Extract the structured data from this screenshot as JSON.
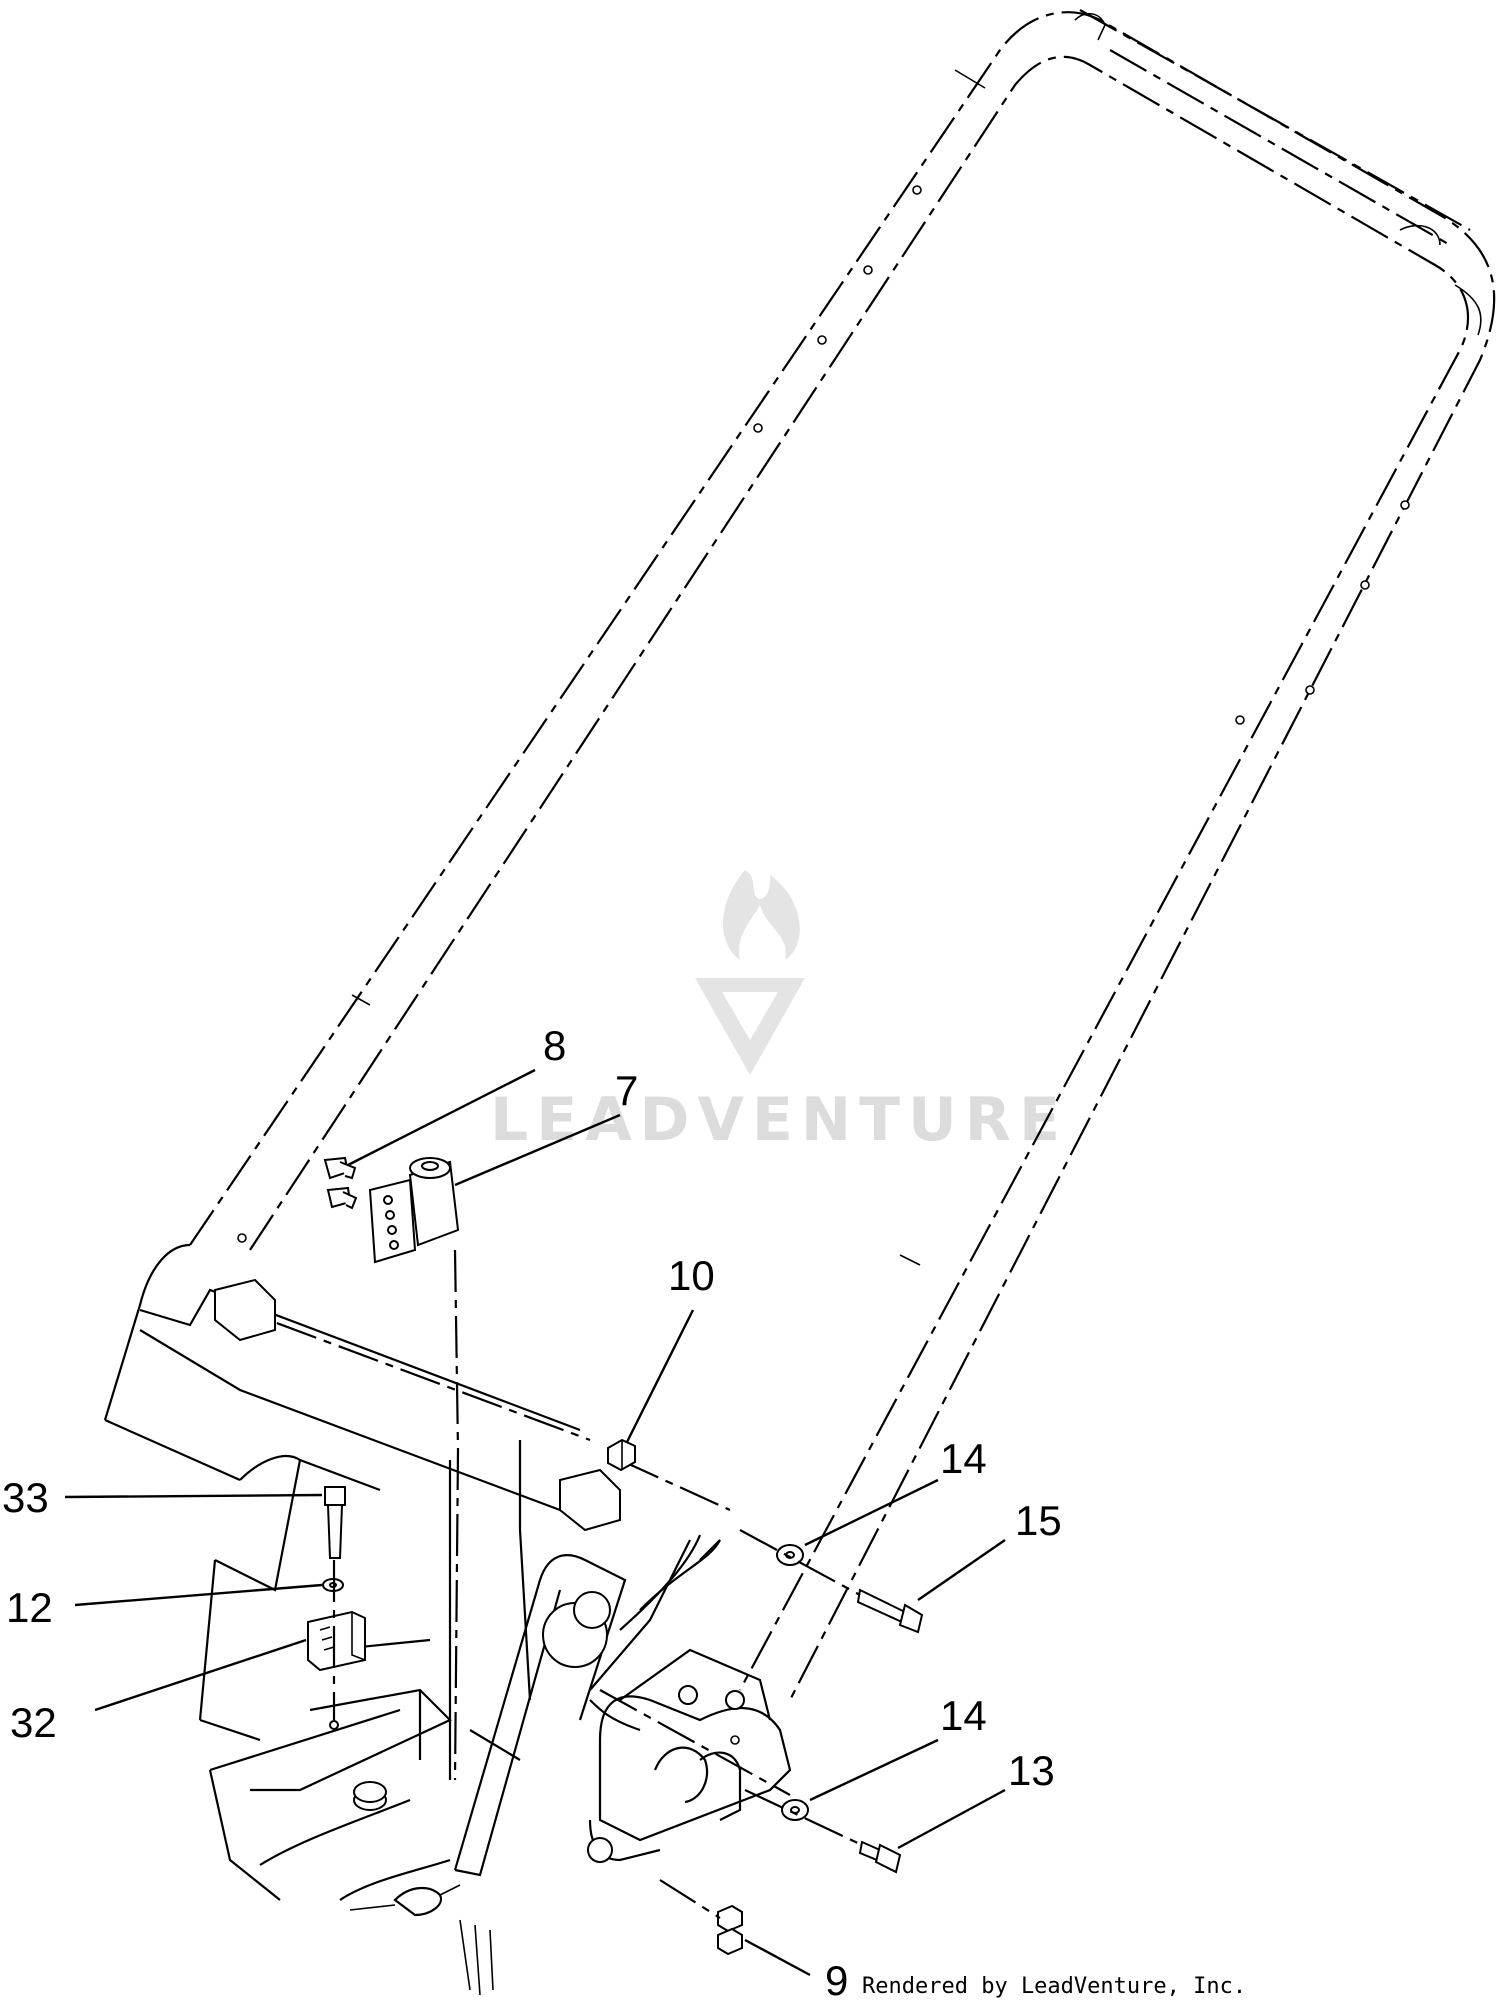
{
  "diagram": {
    "watermark": "LEADVENTURE",
    "credit": "Rendered by LeadVenture, Inc.",
    "callouts": [
      {
        "id": "c8",
        "label": "8"
      },
      {
        "id": "c7",
        "label": "7"
      },
      {
        "id": "c10",
        "label": "10"
      },
      {
        "id": "c33",
        "label": "33"
      },
      {
        "id": "c12",
        "label": "12"
      },
      {
        "id": "c32",
        "label": "32"
      },
      {
        "id": "c14a",
        "label": "14"
      },
      {
        "id": "c15",
        "label": "15"
      },
      {
        "id": "c14b",
        "label": "14"
      },
      {
        "id": "c13",
        "label": "13"
      },
      {
        "id": "c9",
        "label": "9"
      }
    ]
  }
}
